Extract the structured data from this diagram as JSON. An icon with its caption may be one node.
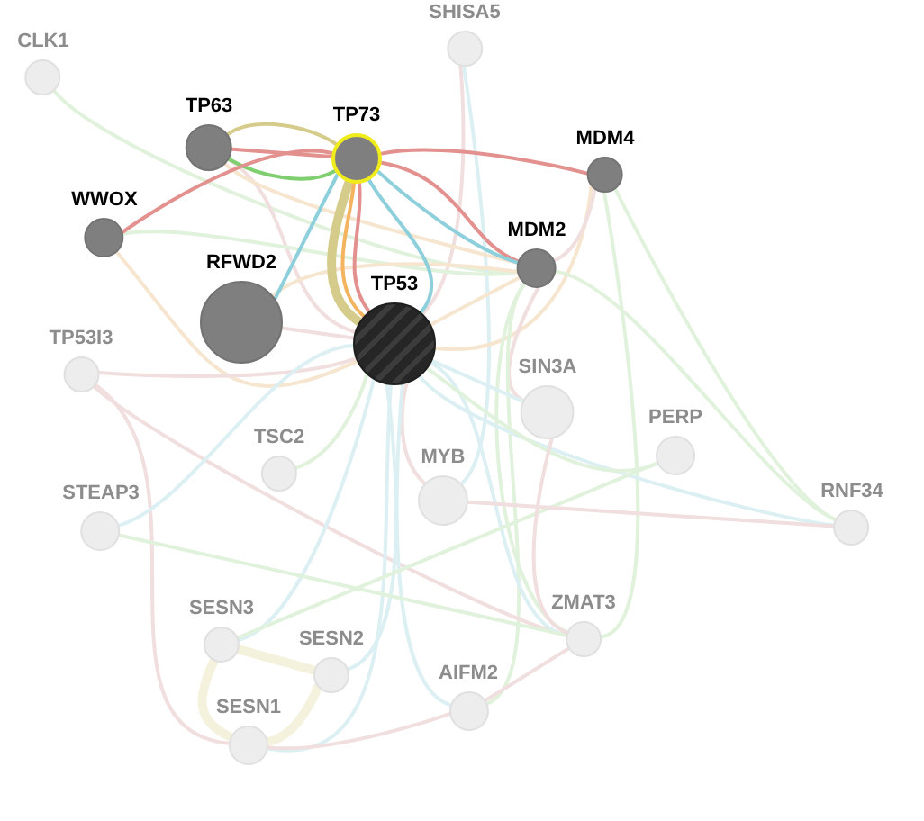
{
  "diagram": {
    "nodes": [
      {
        "text": [
          "CLK1"
        ]
      },
      {
        "text": [
          "SHISA5"
        ]
      },
      {
        "text": [
          "TP63"
        ]
      },
      {
        "text": [
          "TP73"
        ]
      },
      {
        "text": [
          "MDM4"
        ]
      },
      {
        "text": [
          "WWOX"
        ]
      },
      {
        "text": [
          "MDM2"
        ]
      },
      {
        "text": [
          "RFWD2"
        ]
      },
      {
        "text": [
          "TP53"
        ]
      },
      {
        "text": [
          "TP53I3"
        ]
      },
      {
        "text": [
          "SIN3A"
        ]
      },
      {
        "text": [
          "TSC2"
        ]
      },
      {
        "text": [
          "PERP"
        ]
      },
      {
        "text": [
          "MYB"
        ]
      },
      {
        "text": [
          "STEAP3"
        ]
      },
      {
        "text": [
          "RNF34"
        ]
      },
      {
        "text": [
          "SESN3"
        ]
      },
      {
        "text": [
          "ZMAT3"
        ]
      },
      {
        "text": [
          "SESN2"
        ]
      },
      {
        "text": [
          "AIFM2"
        ]
      },
      {
        "text": [
          "SESN1"
        ]
      }
    ],
    "edges": [
      {
        "from": 2,
        "to": 3,
        "arrow": "none",
        "color": "#d5cc8c"
      },
      {
        "from": 2,
        "to": 3,
        "arrow": "none",
        "color": "#e2918f"
      },
      {
        "from": 2,
        "to": 3,
        "arrow": "none",
        "color": "#7fcf70"
      },
      {
        "from": 5,
        "to": 3,
        "arrow": "none",
        "color": "#e2918f"
      },
      {
        "from": 3,
        "to": 4,
        "arrow": "none",
        "color": "#e2918f"
      },
      {
        "from": 3,
        "to": 6,
        "arrow": "none",
        "color": "#e2918f"
      },
      {
        "from": 3,
        "to": 6,
        "arrow": "none",
        "color": "#8ecfdc"
      },
      {
        "from": 3,
        "to": 7,
        "arrow": "none",
        "color": "#8ecfdc"
      },
      {
        "from": 3,
        "to": 8,
        "arrow": "none",
        "style": "thick",
        "color": "#d5cc8c"
      },
      {
        "from": 3,
        "to": 8,
        "arrow": "none",
        "color": "#f3b35f"
      },
      {
        "from": 3,
        "to": 8,
        "arrow": "none",
        "color": "#e2918f"
      },
      {
        "from": 3,
        "to": 8,
        "arrow": "none",
        "color": "#8ecfdc"
      },
      {
        "from": 0,
        "to": 6,
        "arrow": "none",
        "color": "#e1f2dc"
      },
      {
        "from": 1,
        "to": 8,
        "arrow": "none",
        "color": "#f1dede"
      },
      {
        "from": 1,
        "to": 13,
        "arrow": "none",
        "color": "#dcf0f4"
      },
      {
        "from": 2,
        "to": 8,
        "arrow": "none",
        "color": "#f1dede"
      },
      {
        "from": 2,
        "to": 6,
        "arrow": "none",
        "color": "#f7e6cf"
      },
      {
        "from": 5,
        "to": 6,
        "arrow": "none",
        "color": "#e1f2dc"
      },
      {
        "from": 5,
        "to": 8,
        "arrow": "none",
        "color": "#f7e6cf"
      },
      {
        "from": 4,
        "to": 8,
        "arrow": "none",
        "color": "#f7e6cf"
      },
      {
        "from": 4,
        "to": 6,
        "arrow": "none",
        "color": "#f1dede"
      },
      {
        "from": 4,
        "to": 17,
        "arrow": "none",
        "color": "#e1f2dc"
      },
      {
        "from": 4,
        "to": 15,
        "arrow": "none",
        "color": "#e1f2dc"
      },
      {
        "from": 6,
        "to": 8,
        "arrow": "none",
        "color": "#f7e6cf"
      },
      {
        "from": 6,
        "to": 10,
        "arrow": "none",
        "color": "#f1dede"
      },
      {
        "from": 6,
        "to": 15,
        "arrow": "none",
        "color": "#e1f2dc"
      },
      {
        "from": 6,
        "to": 19,
        "arrow": "none",
        "color": "#e1f2dc"
      },
      {
        "from": 6,
        "to": 17,
        "arrow": "none",
        "color": "#e1f2dc"
      },
      {
        "from": 7,
        "to": 8,
        "arrow": "none",
        "color": "#f1dede"
      },
      {
        "from": 7,
        "to": 6,
        "arrow": "none",
        "color": "#f7e6cf"
      },
      {
        "from": 9,
        "to": 8,
        "arrow": "none",
        "color": "#f1dede"
      },
      {
        "from": 9,
        "to": 20,
        "arrow": "none",
        "color": "#f1dede"
      },
      {
        "from": 9,
        "to": 17,
        "arrow": "none",
        "color": "#f1dede"
      },
      {
        "from": 8,
        "to": 11,
        "arrow": "none",
        "color": "#e1f2dc"
      },
      {
        "from": 8,
        "to": 13,
        "arrow": "none",
        "color": "#f1dede"
      },
      {
        "from": 8,
        "to": 10,
        "arrow": "none",
        "color": "#dcf0f4"
      },
      {
        "from": 8,
        "to": 14,
        "arrow": "none",
        "color": "#dcf0f4"
      },
      {
        "from": 8,
        "to": 16,
        "arrow": "none",
        "color": "#dcf0f4"
      },
      {
        "from": 8,
        "to": 18,
        "arrow": "none",
        "color": "#dcf0f4"
      },
      {
        "from": 8,
        "to": 20,
        "arrow": "none",
        "color": "#dcf0f4"
      },
      {
        "from": 8,
        "to": 17,
        "arrow": "none",
        "color": "#dcf0f4"
      },
      {
        "from": 8,
        "to": 15,
        "arrow": "none",
        "color": "#dcf0f4"
      },
      {
        "from": 8,
        "to": 12,
        "arrow": "none",
        "color": "#e1f2dc"
      },
      {
        "from": 8,
        "to": 19,
        "arrow": "none",
        "color": "#dcf0f4"
      },
      {
        "from": 14,
        "to": 17,
        "arrow": "none",
        "color": "#e1f2dc"
      },
      {
        "from": 16,
        "to": 12,
        "arrow": "none",
        "color": "#e1f2dc"
      },
      {
        "from": 13,
        "to": 15,
        "arrow": "none",
        "color": "#f1dede"
      },
      {
        "from": 16,
        "to": 20,
        "arrow": "none",
        "style": "thick",
        "color": "#f4f1dc"
      },
      {
        "from": 18,
        "to": 20,
        "arrow": "none",
        "style": "thick",
        "color": "#f4f1dc"
      },
      {
        "from": 16,
        "to": 18,
        "arrow": "none",
        "style": "thick",
        "color": "#f4f1dc"
      },
      {
        "from": 20,
        "to": 19,
        "arrow": "none",
        "color": "#f1dede"
      },
      {
        "from": 10,
        "to": 17,
        "arrow": "none",
        "color": "#f1dede"
      },
      {
        "from": 19,
        "to": 17,
        "arrow": "none",
        "color": "#f1dede"
      }
    ]
  }
}
